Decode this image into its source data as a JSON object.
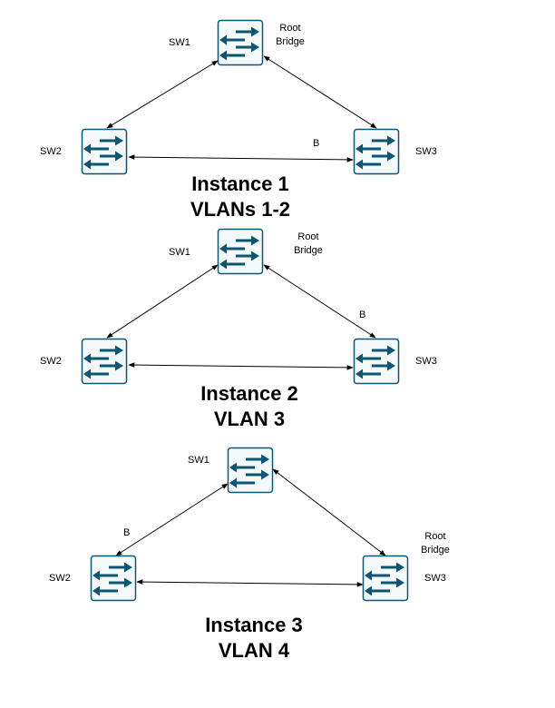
{
  "instances": [
    {
      "title_line1": "Instance 1",
      "title_line2": "VLANs 1-2",
      "switches": {
        "sw1": "SW1",
        "sw2": "SW2",
        "sw3": "SW3"
      },
      "root_bridge": {
        "line1": "Root",
        "line2": "Bridge",
        "switch": "SW1"
      },
      "blocked_marker": {
        "text": "B",
        "link": "SW2-SW3",
        "near": "SW3"
      }
    },
    {
      "title_line1": "Instance 2",
      "title_line2": "VLAN 3",
      "switches": {
        "sw1": "SW1",
        "sw2": "SW2",
        "sw3": "SW3"
      },
      "root_bridge": {
        "line1": "Root",
        "line2": "Bridge",
        "switch": "SW1"
      },
      "blocked_marker": {
        "text": "B",
        "link": "SW1-SW3",
        "near": "SW3"
      }
    },
    {
      "title_line1": "Instance 3",
      "title_line2": "VLAN 4",
      "switches": {
        "sw1": "SW1",
        "sw2": "SW2",
        "sw3": "SW3"
      },
      "root_bridge": {
        "line1": "Root",
        "line2": "Bridge",
        "switch": "SW3"
      },
      "blocked_marker": {
        "text": "B",
        "link": "SW1-SW2",
        "near": "SW2"
      }
    }
  ],
  "colors": {
    "switch_fill": "#f4f9fb",
    "switch_border": "#0b5675",
    "arrow": "#0b5675",
    "line": "#000000"
  },
  "icon": "network-switch-icon"
}
